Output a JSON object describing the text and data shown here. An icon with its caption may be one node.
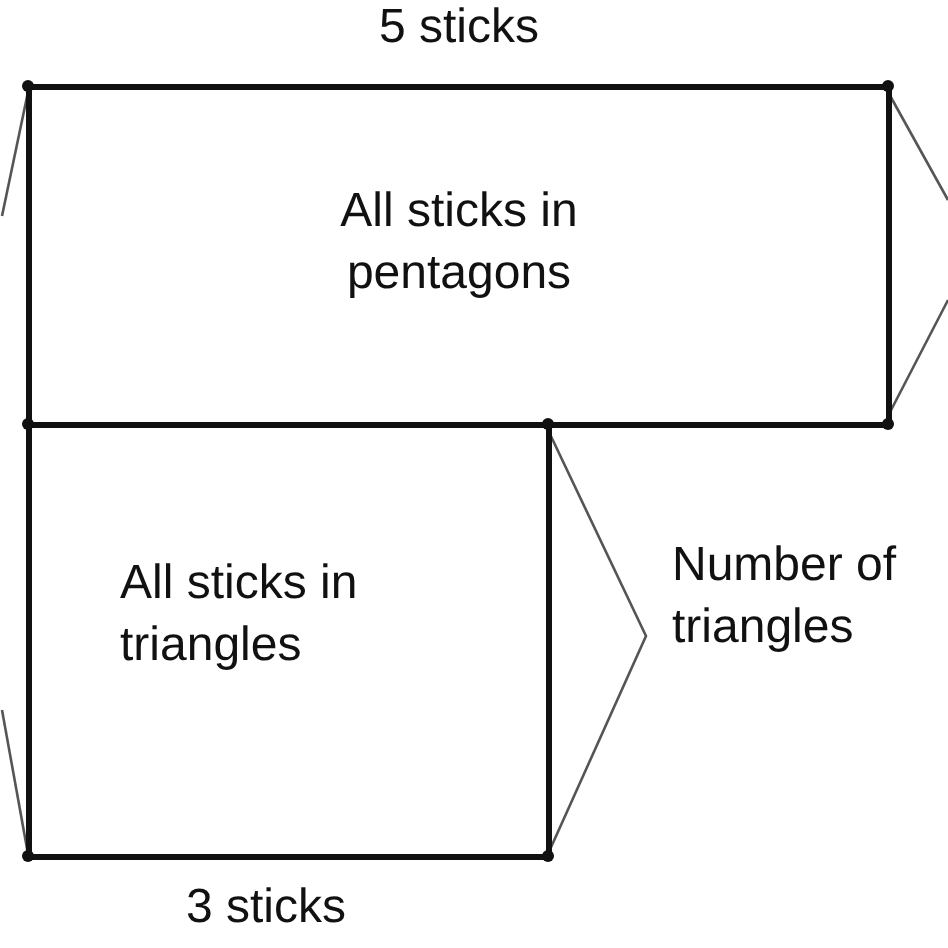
{
  "diagram": {
    "nodes": [
      {
        "text": [
          "All sticks in pentagons"
        ],
        "beside": [
          "5 sticks"
        ]
      },
      {
        "text": [
          "All sticks in triangles"
        ],
        "beside": [
          "3 sticks"
        ]
      }
    ],
    "labels": [
      "Number of triangles"
    ]
  }
}
